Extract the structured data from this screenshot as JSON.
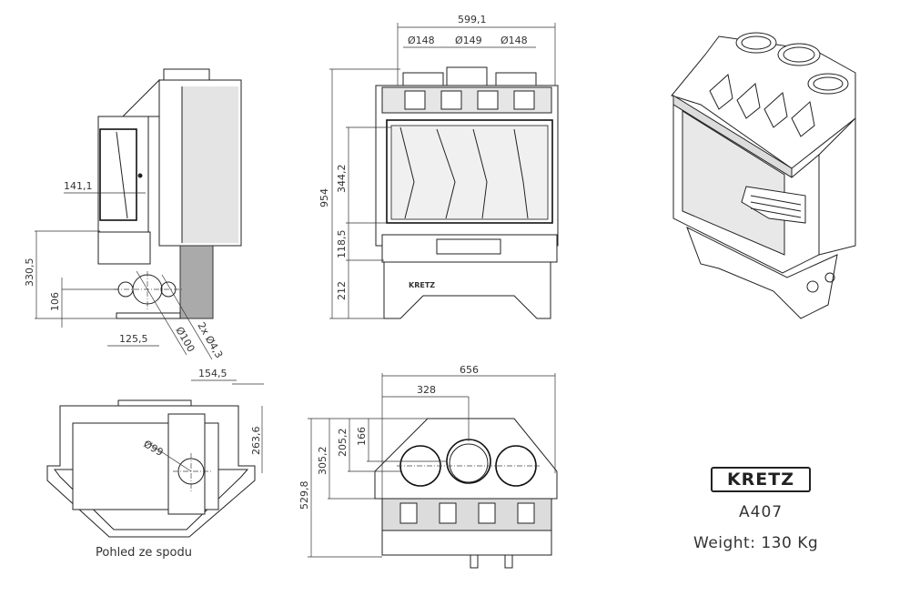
{
  "side_view": {
    "dims": {
      "d141": "141,1",
      "d330": "330,5",
      "d106": "106",
      "d125": "125,5",
      "dia100": "Ø100",
      "holes": "2x Ø4,3"
    }
  },
  "front_view": {
    "dims": {
      "width": "599,1",
      "c1": "Ø148",
      "c2": "Ø149",
      "c3": "Ø148",
      "height": "954",
      "glass": "344,2",
      "mid": "118,5",
      "base": "212"
    },
    "badge": "KRETZ"
  },
  "bottom_view": {
    "dims": {
      "d154": "154,5",
      "d263": "263,6",
      "dia99": "Ø99"
    },
    "caption": "Pohled ze spodu"
  },
  "top_view": {
    "dims": {
      "width": "656",
      "half": "328",
      "d529": "529,8",
      "d305": "305,2",
      "d205": "205,2",
      "d166": "166"
    }
  },
  "product": {
    "logo": "KRETZ",
    "model": "A407",
    "weight": "Weight: 130 Kg"
  }
}
